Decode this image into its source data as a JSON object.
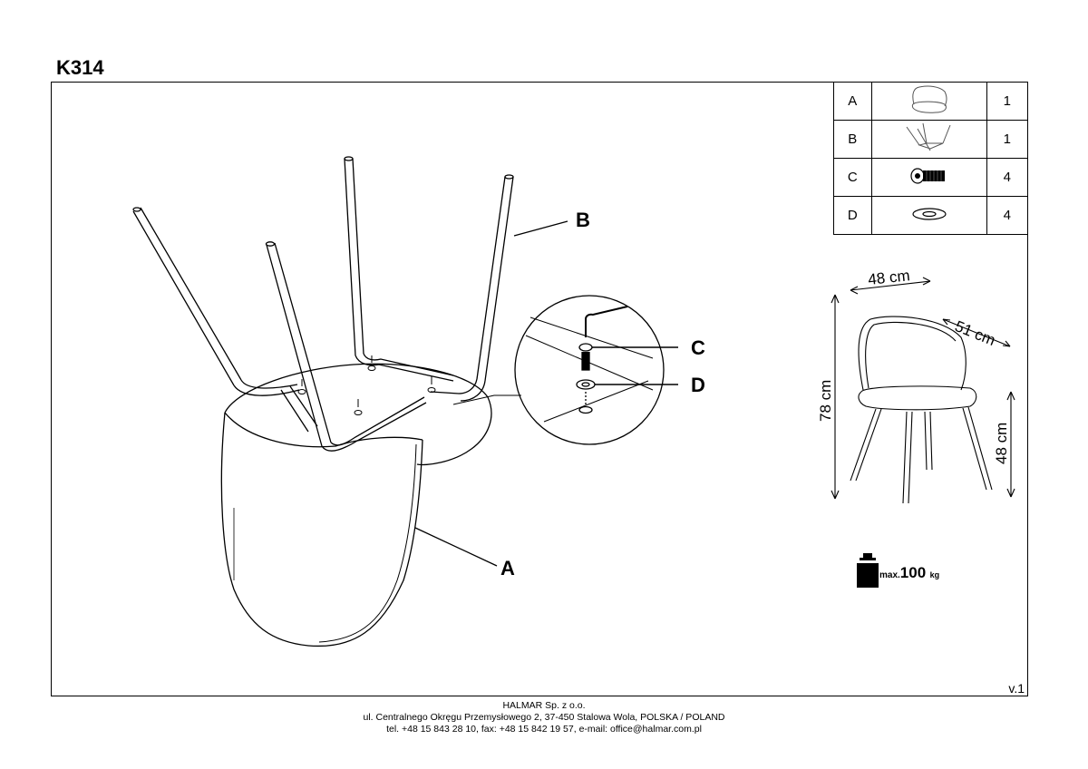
{
  "header": {
    "model": "K314"
  },
  "parts": [
    {
      "letter": "A",
      "icon": "seat-shell-icon",
      "qty": "1"
    },
    {
      "letter": "B",
      "icon": "leg-frame-icon",
      "qty": "1"
    },
    {
      "letter": "C",
      "icon": "bolt-icon",
      "qty": "4"
    },
    {
      "letter": "D",
      "icon": "washer-icon",
      "qty": "4"
    }
  ],
  "callouts": {
    "a": "A",
    "b": "B",
    "c": "C",
    "d": "D"
  },
  "dimensions": {
    "width": "48 cm",
    "depth": "51 cm",
    "height": "78 cm",
    "seat_height": "48 cm"
  },
  "max_load": {
    "prefix": "max.",
    "value": "100",
    "unit": "kg"
  },
  "version": "v.1",
  "footer": {
    "company": "HALMAR Sp. z o.o.",
    "address": "ul. Centralnego Okręgu Przemysłowego 2, 37-450 Stalowa Wola, POLSKA / POLAND",
    "contact": "tel. +48 15 843 28 10, fax: +48 15 842 19 57, e-mail: office@halmar.com.pl"
  }
}
